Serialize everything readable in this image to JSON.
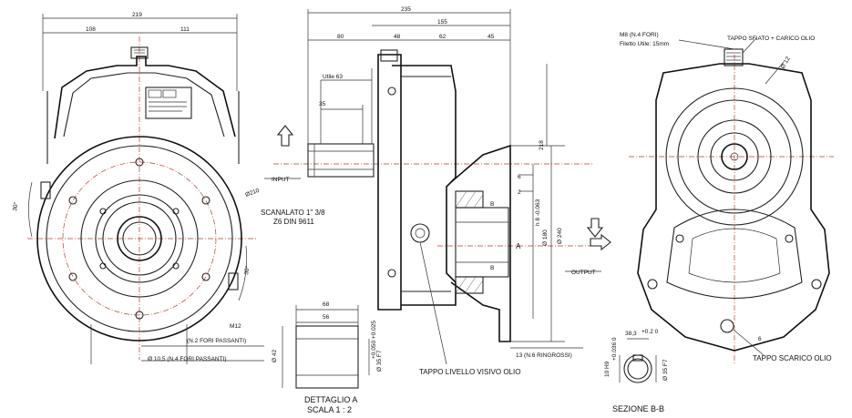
{
  "dims": {
    "d219": "219",
    "d108": "108",
    "d111": "111",
    "d235": "235",
    "d155": "155",
    "d80": "80",
    "d48": "48",
    "d62": "62",
    "d45": "45",
    "utile63": "Utile 63",
    "d35": "35",
    "d218": "218",
    "d30a": "30°",
    "d30b": "30°",
    "d210": "Ø210",
    "m12": "M12",
    "d68": "68",
    "d56": "56",
    "d42": "Ø 42",
    "d35f7": "Ø 35 F7",
    "d35f7tol": "+0.050 +0.025",
    "d180": "Ø 180",
    "d180tol": "h 8 -0.063",
    "d240": "Ø 240",
    "d6": "6",
    "d2": "2",
    "d383": "38,3",
    "d383tol": "+0.2 0",
    "d10h9": "10 H9",
    "d10h9tol": "+0.036 0",
    "d35f7b": "Ø 35 F7",
    "d12": "Ø 12",
    "d6b": "6"
  },
  "labels": {
    "input": "INPUT",
    "output": "OUTPUT",
    "scanalato1": "SCANALATO 1\" 3/8",
    "scanalato2": "Z6 DIN 9611",
    "fori2": "(N.2 FORI PASSANTI)",
    "fori4": "Ø 10,5 (N.4 FORI PASSANTI)",
    "ringrossi": "13 (N.6 RINGROSSI)",
    "tappoLivello": "TAPPO LIVELLO VISIVO OLIO",
    "tappoScarico": "TAPPO SCARICO OLIO",
    "m8": "M8 (N.4 FORI)",
    "filetto": "Filetto Utile: 15mm",
    "tappoSfiato": "TAPPO SFIATO + CARICO OLIO",
    "dettaglio": "DETTAGLIO A",
    "scala": "SCALA 1 : 2",
    "sezione": "SEZIONE B-B",
    "letterA": "A",
    "letterB1": "B",
    "letterB2": "B"
  },
  "colors": {
    "line": "#222222",
    "centerline": "#c0392b",
    "paper": "#ffffff"
  }
}
